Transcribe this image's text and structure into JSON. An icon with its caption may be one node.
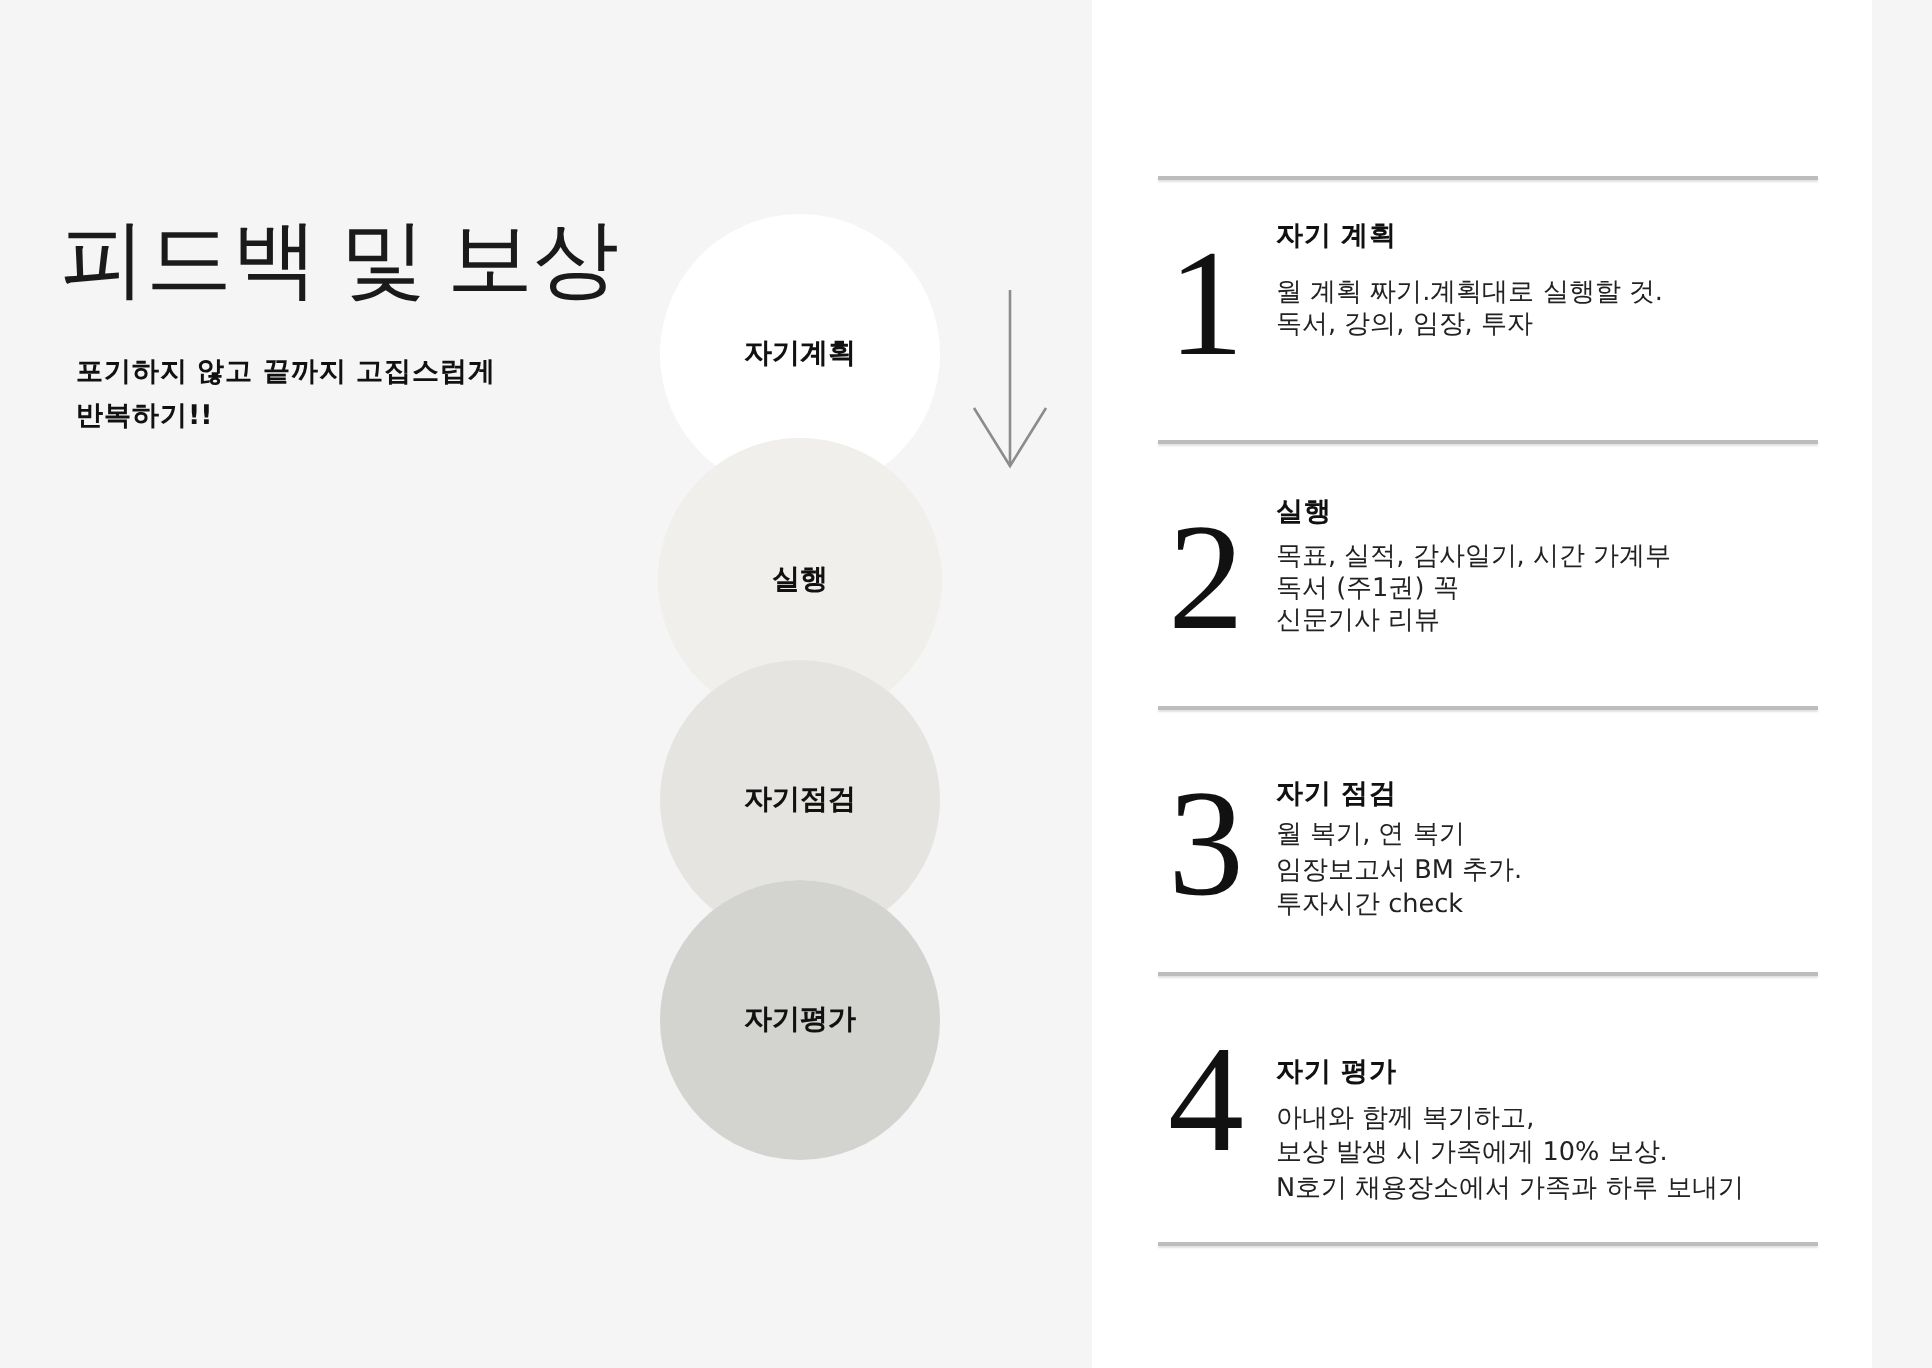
{
  "diagram": {
    "title": "피드백 및 보상",
    "nodes": [
      {
        "text": [
          "자기계획"
        ]
      },
      {
        "text": [
          "실행"
        ]
      },
      {
        "text": [
          "자기점검"
        ]
      },
      {
        "text": [
          "자기평가"
        ]
      }
    ],
    "labels": [
      "포기하지 않고 끝까지 고집스럽게 반복하기!!",
      "1",
      "자기 계획",
      "월 계획 짜기.계획대로 실행할 것.",
      "독서, 강의, 임장, 투자",
      "2",
      "실행",
      "목표, 실적, 감사일기, 시간 가계부",
      "독서 (주1권) 꼭",
      "신문기사 리뷰",
      "3",
      "자기 점검",
      "월 복기, 연 복기",
      "임장보고서 BM 추가.",
      "투자시간 check",
      "4",
      "자기 평가",
      "아내와 함께 복기하고,",
      "보상 발생 시 가족에게 10% 보상.",
      "N호기 채용장소에서 가족과 하루 보내기"
    ]
  }
}
